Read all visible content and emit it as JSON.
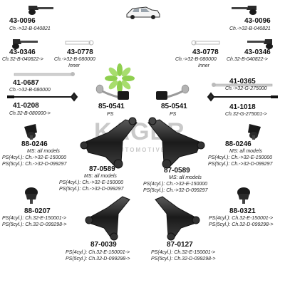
{
  "brand": {
    "logo_text": "KAGER",
    "logo_sub": "AUTOMOTIVE",
    "logo_color": "#8fcf4f"
  },
  "parts": {
    "tie_rod_end_left": {
      "number": "43-0096",
      "lines": [
        "Ch.->32-B-040821"
      ]
    },
    "tie_rod_end_right": {
      "number": "43-0096",
      "lines": [
        "Ch.->32-B-040821"
      ]
    },
    "tie_rod_end_2_left": {
      "number": "43-0346",
      "lines": [
        "Ch.32-B-040822->"
      ]
    },
    "tie_rod_end_2_right": {
      "number": "43-0346",
      "lines": [
        "Ch.32-B-040822->"
      ]
    },
    "inner_rod_left": {
      "number": "43-0778",
      "lines": [
        "Ch.->32-B-080000",
        "Inner"
      ]
    },
    "inner_rod_right": {
      "number": "43-0778",
      "lines": [
        "Ch.->32-B-080000",
        "Inner"
      ]
    },
    "axial_rod_1_left": {
      "number": "41-0687",
      "lines": [
        "Ch.->32-B-080000"
      ]
    },
    "axial_rod_1_right": {
      "number": "41-0365",
      "lines": [
        "Ch.->32-G-275000"
      ]
    },
    "axial_rod_2_left": {
      "number": "41-0208",
      "lines": [
        "Ch.32-B-080000->"
      ]
    },
    "axial_rod_2_right": {
      "number": "41-1018",
      "lines": [
        "Ch.32-G-275001->"
      ]
    },
    "stabilizer_link_left": {
      "number": "85-0541",
      "lines": [
        "PS"
      ]
    },
    "stabilizer_link_right": {
      "number": "85-0541",
      "lines": [
        "PS"
      ]
    },
    "ball_joint_upper_left": {
      "number": "88-0246",
      "lines": [
        "MS: all models",
        "PS(4cyl.): Ch.->32-E-150000",
        "PS(5cyl.): Ch.->32-D-099297"
      ]
    },
    "ball_joint_upper_right": {
      "number": "88-0246",
      "lines": [
        "MS: all models",
        "PS(4cyl.): Ch.->32-E-150000",
        "PS(5cyl.): Ch.->32-D-099297"
      ]
    },
    "control_arm_upper_left": {
      "number": "87-0589",
      "lines": [
        "MS: all models",
        "PS(4cyl.): Ch.->32-E-150000",
        "PS(5cyl.): Ch.->32-D-099297"
      ]
    },
    "control_arm_upper_right": {
      "number": "87-0589",
      "lines": [
        "MS: all models",
        "PS(4cyl.): Ch.->32-E-150000",
        "PS(5cyl.): Ch.->32-D-099297"
      ]
    },
    "ball_joint_lower_left": {
      "number": "88-0207",
      "lines": [
        "PS(4cyl.): Ch.32-E-150001->",
        "PS(5cyl.): Ch.32-D-099298->"
      ]
    },
    "ball_joint_lower_right": {
      "number": "88-0321",
      "lines": [
        "PS(4cyl.): Ch.32-E-150001->",
        "PS(5cyl.): Ch.32-D-099298->"
      ]
    },
    "control_arm_lower_left": {
      "number": "87-0039",
      "lines": [
        "PS(4cyl.): Ch.32-E-150001->",
        "PS(5cyl.): Ch.32-D-099298->"
      ]
    },
    "control_arm_lower_right": {
      "number": "87-0127",
      "lines": [
        "PS(4cyl.): Ch.32-E-150001->",
        "PS(5cyl.): Ch.32-D-099298->"
      ]
    }
  },
  "icons": {
    "car": "car-icon",
    "tie_rod_end": "tie-rod-end-icon",
    "axial_rod": "axial-rod-icon",
    "stabilizer_link": "stabilizer-link-icon",
    "ball_joint": "ball-joint-icon",
    "control_arm": "control-arm-icon"
  },
  "colors": {
    "part_dark": "#1a1a1a",
    "part_mid": "#6b6b6b",
    "part_light": "#c8c8c8",
    "watermark": "#c9c9c9"
  }
}
